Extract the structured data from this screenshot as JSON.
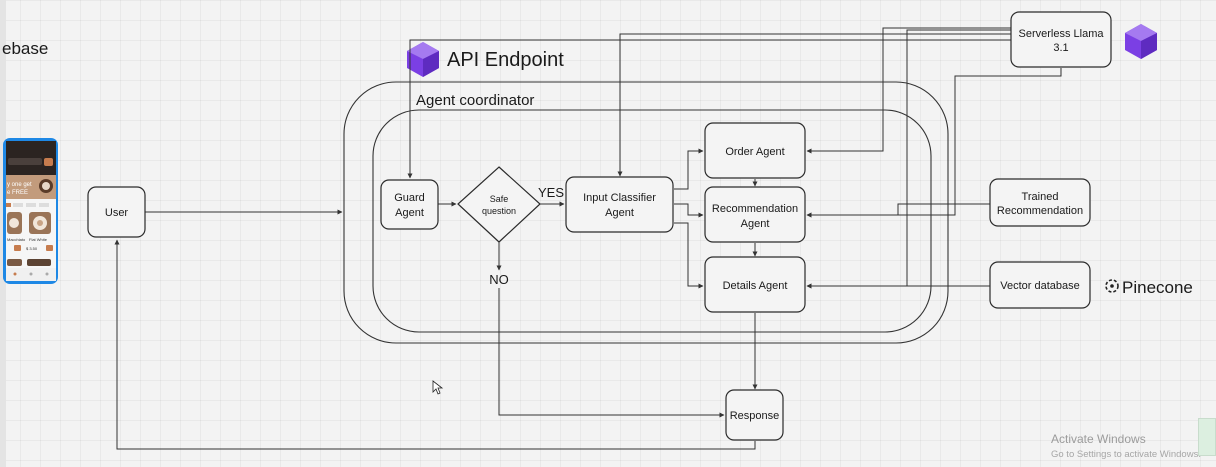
{
  "app_label_partial": "ebase",
  "endpoint_title": "API Endpoint",
  "coordinator_title": "Agent coordinator",
  "nodes": {
    "user": "User",
    "guard_line1": "Guard",
    "guard_line2": "Agent",
    "safe_line1": "Safe",
    "safe_line2": "question",
    "input_line1": "Input Classifier",
    "input_line2": "Agent",
    "order": "Order Agent",
    "rec_line1": "Recommendation",
    "rec_line2": "Agent",
    "details": "Details Agent",
    "response": "Response",
    "llama_line1": "Serverless Llama",
    "llama_line2": "3.1",
    "trained_line1": "Trained",
    "trained_line2": "Recommendation",
    "vector": "Vector database",
    "pinecone": "Pinecone"
  },
  "edge_labels": {
    "yes": "YES",
    "no": "NO"
  },
  "phone": {
    "banner_line1": "y one get",
    "banner_line2": "e FREE",
    "item1": "Macchiato",
    "item2": "Flat White",
    "price": "$ 3.50"
  },
  "watermark": {
    "line1": "Activate Windows",
    "line2": "Go to Settings to activate Windows."
  },
  "colors": {
    "brand_purple": "#7b3fe4",
    "canvas": "#f3f3f3",
    "stroke": "#2b2b2b",
    "phone_frame": "#1e88e5"
  }
}
